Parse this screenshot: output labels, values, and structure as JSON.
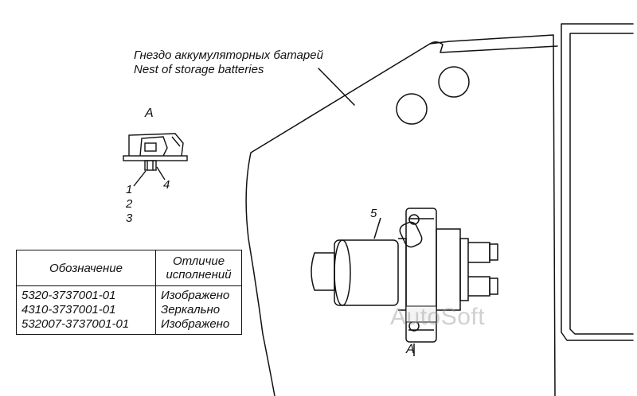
{
  "labels": {
    "nest_ru": "Гнездо аккумуляторных батарей",
    "nest_en": "Nest of storage batteries",
    "view_a": "A",
    "view_a_marker": "A",
    "callout_5": "5",
    "callout_1": "1",
    "callout_2": "2",
    "callout_3": "3",
    "callout_4": "4"
  },
  "watermark": "AutoSoft",
  "table": {
    "headers": [
      "Обозначение",
      "Отличие исполнений"
    ],
    "rows": [
      {
        "designation": "5320-3737001-01",
        "difference": "Изображено"
      },
      {
        "designation": "4310-3737001-01",
        "difference": "Зеркально"
      },
      {
        "designation": "532007-3737001-01",
        "difference": "Изображено"
      }
    ]
  }
}
